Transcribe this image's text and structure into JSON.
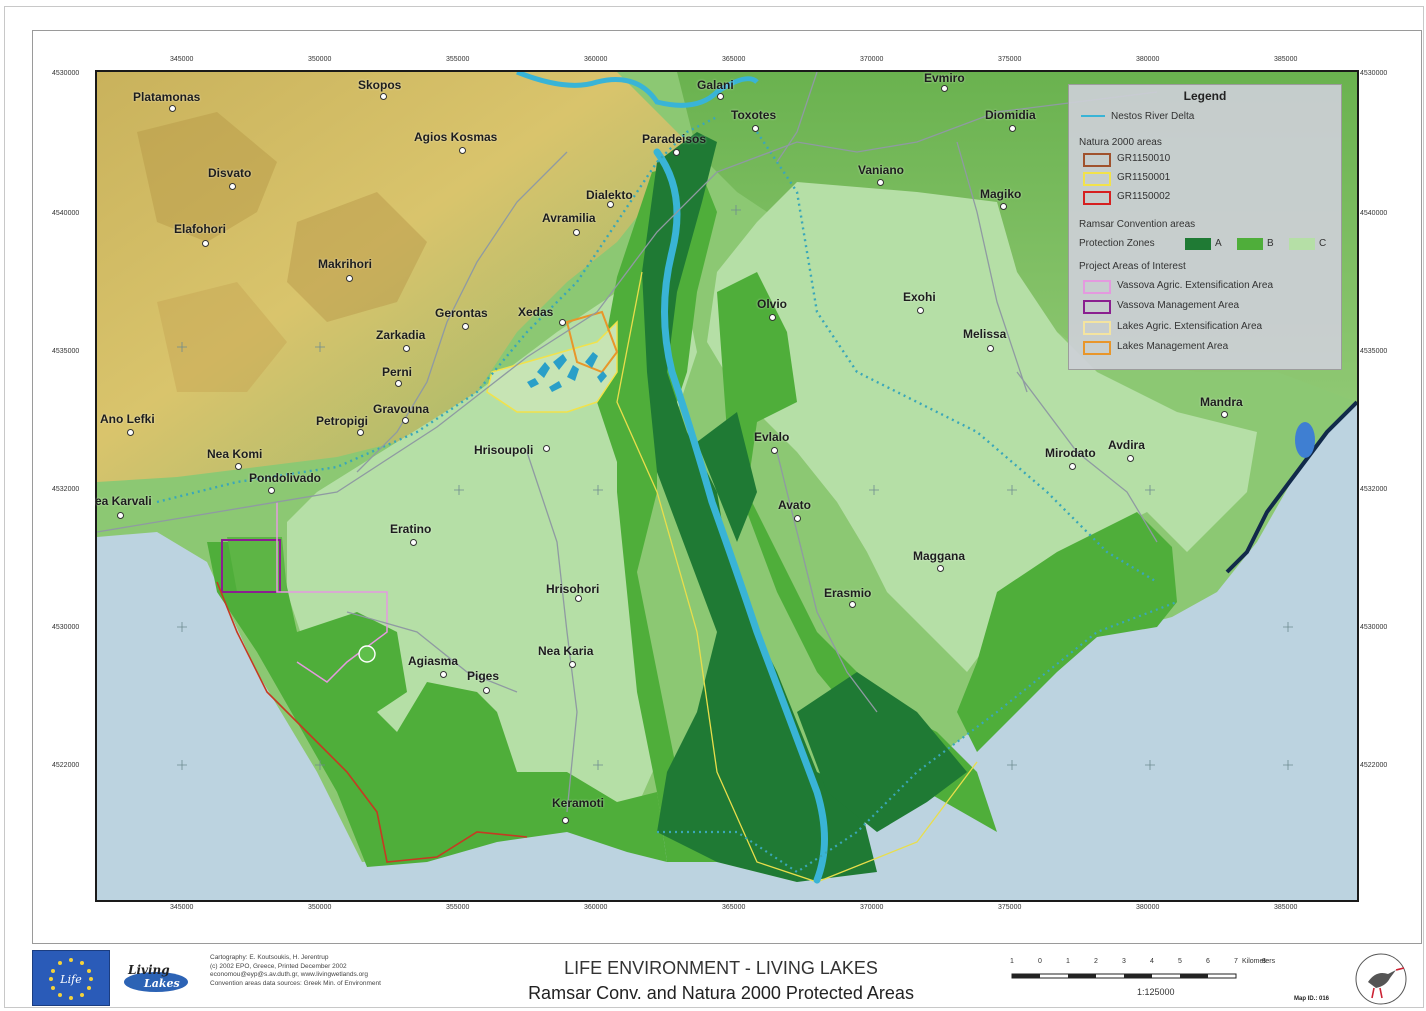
{
  "ticks": {
    "top": [
      "345000",
      "350000",
      "355000",
      "360000",
      "365000",
      "370000",
      "375000",
      "380000",
      "385000"
    ],
    "bottom": [
      "345000",
      "350000",
      "355000",
      "360000",
      "365000",
      "370000",
      "375000",
      "380000",
      "385000"
    ],
    "left": [
      "4530000",
      "4540000",
      "4535000",
      "4532000",
      "4530000",
      "4522000"
    ],
    "right": [
      "4530000",
      "4540000",
      "4535000",
      "4532000",
      "4530000",
      "4522000"
    ]
  },
  "places": [
    {
      "name": "Platamonas"
    },
    {
      "name": "Skopos"
    },
    {
      "name": "Agios Kosmas"
    },
    {
      "name": "Galani"
    },
    {
      "name": "Evmiro"
    },
    {
      "name": "Toxotes"
    },
    {
      "name": "Paradeisos"
    },
    {
      "name": "Diomidia"
    },
    {
      "name": "Disvato"
    },
    {
      "name": "Dialekto"
    },
    {
      "name": "Vaniano"
    },
    {
      "name": "Magiko"
    },
    {
      "name": "Avramilia"
    },
    {
      "name": "Elafohori"
    },
    {
      "name": "Makrihori"
    },
    {
      "name": "Olvio"
    },
    {
      "name": "Exohi"
    },
    {
      "name": "Gerontas"
    },
    {
      "name": "Xedas"
    },
    {
      "name": "Melissa"
    },
    {
      "name": "Zarkadia"
    },
    {
      "name": "Perni"
    },
    {
      "name": "Gravouna"
    },
    {
      "name": "Ano Lefki"
    },
    {
      "name": "Petropigi"
    },
    {
      "name": "Mandra"
    },
    {
      "name": "Evlalo"
    },
    {
      "name": "Avdira"
    },
    {
      "name": "Hrisoupoli"
    },
    {
      "name": "Mirodato"
    },
    {
      "name": "Nea Komi"
    },
    {
      "name": "Pondolivado"
    },
    {
      "name": "ea Karvali"
    },
    {
      "name": "Avato"
    },
    {
      "name": "Eratino"
    },
    {
      "name": "Maggana"
    },
    {
      "name": "Hrisohori"
    },
    {
      "name": "Erasmio"
    },
    {
      "name": "Nea Karia"
    },
    {
      "name": "Agiasma"
    },
    {
      "name": "Piges"
    },
    {
      "name": "Keramoti"
    }
  ],
  "legend": {
    "title": "Legend",
    "river": "Nestos River Delta",
    "natura_heading": "Natura 2000 areas",
    "natura": [
      {
        "code": "GR1150010",
        "color": "#a0522d"
      },
      {
        "code": "GR1150001",
        "color": "#f2e24a"
      },
      {
        "code": "GR1150002",
        "color": "#d62020"
      }
    ],
    "ramsar_heading": "Ramsar Convention areas",
    "zones_label": "Protection Zones",
    "zones": [
      {
        "label": "A",
        "color": "#1f7a34"
      },
      {
        "label": "B",
        "color": "#4fae3a"
      },
      {
        "label": "C",
        "color": "#b5dfa6"
      }
    ],
    "project_heading": "Project Areas of Interest",
    "project": [
      {
        "label": "Vassova Agric. Extensification Area",
        "color": "#e49adf"
      },
      {
        "label": "Vassova Management Area",
        "color": "#8a1f8f"
      },
      {
        "label": "Lakes Agric. Extensification Area",
        "color": "#f4e4a0"
      },
      {
        "label": "Lakes Management Area",
        "color": "#e8962a"
      }
    ]
  },
  "footer": {
    "credits": [
      "Cartography: E. Koutsoukis, H. Jerentrup",
      "(c) 2002 EPO, Greece, Printed December 2002",
      "economou@eyp@s.av.duth.gr, www.livingwetlands.org",
      "Convention areas data sources: Greek Min. of Environment"
    ],
    "title_line1": "LIFE ENVIRONMENT - LIVING LAKES",
    "title_line2": "Ramsar Conv. and Natura 2000 Protected Areas",
    "scale_numbers": [
      "1",
      "0",
      "1",
      "2",
      "3",
      "4",
      "5",
      "6",
      "7",
      "8"
    ],
    "scale_unit": "Kilometers",
    "scale_ratio": "1:125000",
    "map_id": "Map ID.: 016",
    "living_lakes_logo": "Living Lakes"
  },
  "colors": {
    "zone_a": "#1f7a34",
    "zone_b": "#4fae3a",
    "zone_c": "#b5dfa6",
    "sea": "#bcd3e0",
    "river": "#39b4d6"
  }
}
